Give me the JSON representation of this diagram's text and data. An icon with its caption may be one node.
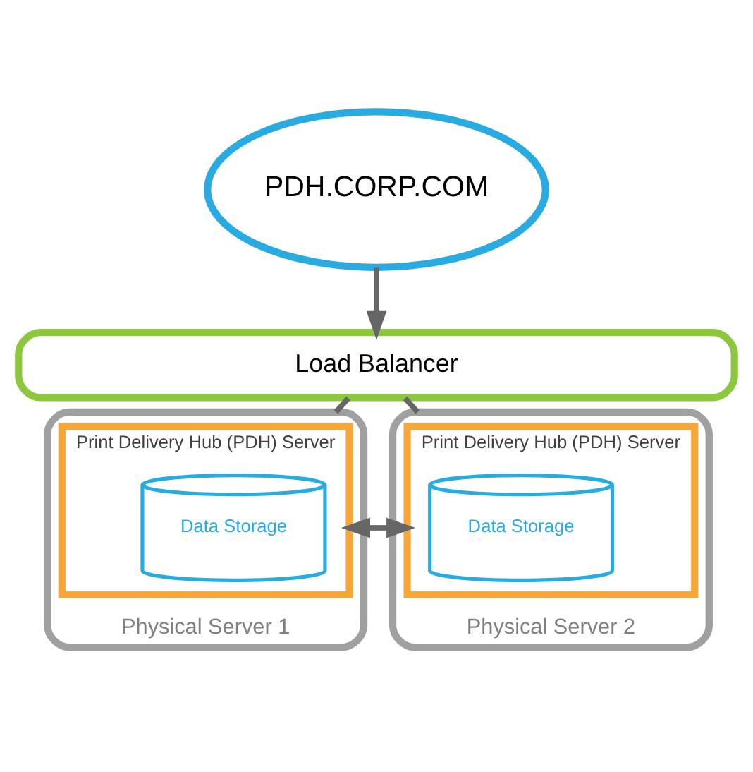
{
  "diagram": {
    "nodes": [
      {
        "text": [
          "PDH.CORP.COM"
        ]
      },
      {
        "text": [
          "Load Balancer"
        ]
      },
      {
        "text": [
          "Physical Server 1"
        ]
      },
      {
        "text": [
          "Print Delivery Hub (PDH) Server"
        ],
        "in": 2
      },
      {
        "text": [
          "Data Storage"
        ],
        "in": 3
      },
      {
        "text": [
          "Physical Server 2"
        ]
      },
      {
        "text": [
          "Print Delivery Hub (PDH) Server"
        ],
        "in": 5
      },
      {
        "text": [
          "Data Storage"
        ],
        "in": 6
      }
    ],
    "edges": [
      {
        "from": 0,
        "to": 1,
        "arrow": "to"
      },
      {
        "from": 1,
        "to": 2,
        "arrow": "none"
      },
      {
        "from": 1,
        "to": 5,
        "arrow": "none"
      },
      {
        "from": 3,
        "to": 6,
        "arrow": "both"
      }
    ]
  }
}
